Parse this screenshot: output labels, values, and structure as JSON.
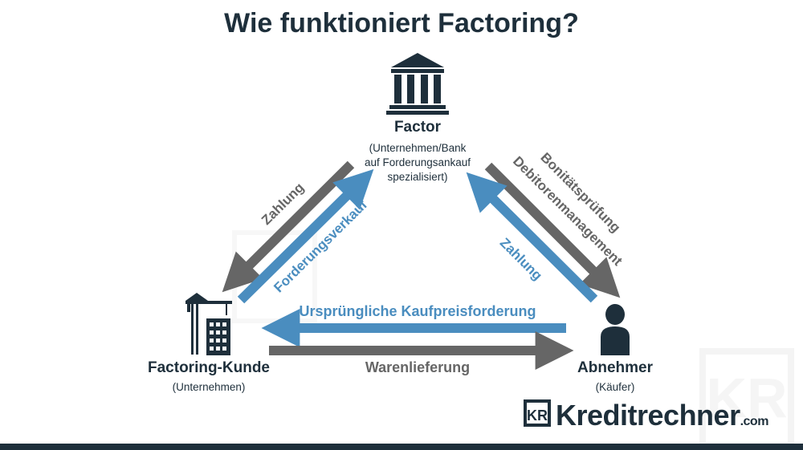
{
  "title": "Wie funktioniert Factoring?",
  "nodes": {
    "factor": {
      "name": "Factor",
      "sub_lines": [
        "(Unternehmen/Bank",
        "auf Forderungsankauf",
        "spezialisiert)"
      ],
      "icon": "bank-icon"
    },
    "client": {
      "name": "Factoring-Kunde",
      "sub": "(Unternehmen)",
      "icon": "construction-building-icon"
    },
    "buyer": {
      "name": "Abnehmer",
      "sub": "(Käufer)",
      "icon": "person-icon"
    }
  },
  "arrows": {
    "zahlung_to_client": "Zahlung",
    "forderungsverkauf": "Forderungsverkauf",
    "bonitaetspruefung": "Bonitätsprüfung",
    "debitorenmanagement": "Debitorenmanagement",
    "zahlung_to_factor": "Zahlung",
    "kaufpreisforderung": "Ursprüngliche Kaufpreisforderung",
    "warenlieferung": "Warenlieferung"
  },
  "logo": {
    "brand": "Kreditrechner",
    "suffix": ".com",
    "mark": "KR"
  },
  "colors": {
    "dark": "#1e2f3b",
    "gray": "#666666",
    "blue": "#4a8dbf",
    "watermark": "#e8e8e8"
  }
}
